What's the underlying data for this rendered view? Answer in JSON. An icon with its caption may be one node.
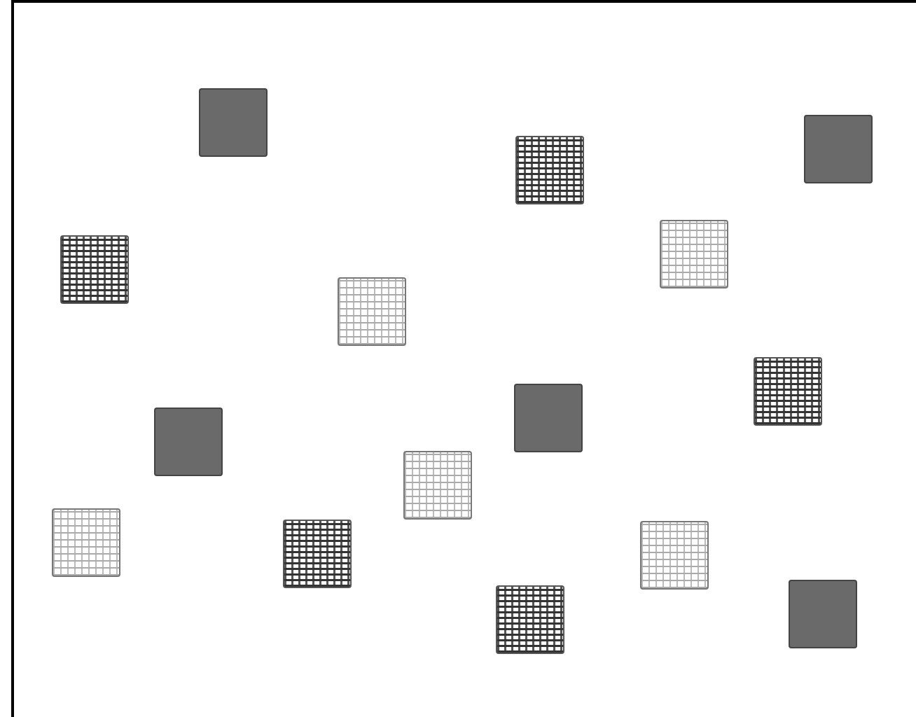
{
  "diagram": {
    "nodes": [
      {
        "text": [],
        "shape": "box"
      },
      {
        "text": [],
        "shape": "box"
      },
      {
        "text": [],
        "shape": "box"
      },
      {
        "text": [],
        "shape": "box"
      },
      {
        "text": [],
        "shape": "box"
      },
      {
        "text": [],
        "shape": "box"
      },
      {
        "text": [],
        "shape": "box"
      },
      {
        "text": [],
        "shape": "box"
      },
      {
        "text": [],
        "shape": "box"
      },
      {
        "text": [],
        "shape": "box"
      },
      {
        "text": [],
        "shape": "box"
      },
      {
        "text": [],
        "shape": "box"
      },
      {
        "text": [],
        "shape": "box"
      },
      {
        "text": [],
        "shape": "box"
      },
      {
        "text": [],
        "shape": "box"
      }
    ]
  }
}
